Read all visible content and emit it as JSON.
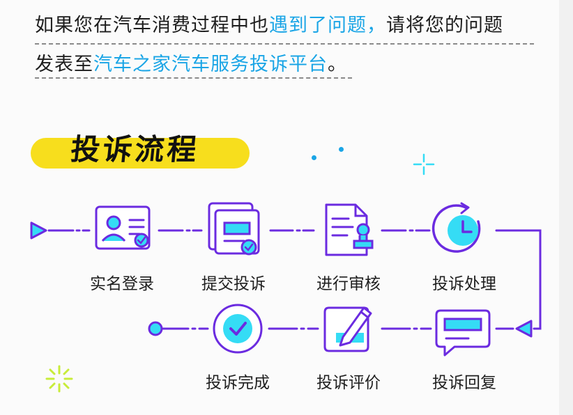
{
  "intro": {
    "line1_a": "如果您在汽车消费过程中也",
    "line1_b": "遇到了问题，",
    "line1_c": "请将您的问题",
    "line2_a": "发表至",
    "line2_b": "汽车之家汽车服务投诉平台",
    "line2_c": "。"
  },
  "section": {
    "title": "投诉流程"
  },
  "steps": [
    {
      "label": "实名登录",
      "icon": "id-card-icon"
    },
    {
      "label": "提交投诉",
      "icon": "document-check-icon"
    },
    {
      "label": "进行审核",
      "icon": "review-stamp-icon"
    },
    {
      "label": "投诉处理",
      "icon": "clock-icon"
    },
    {
      "label": "投诉回复",
      "icon": "chat-bubble-icon"
    },
    {
      "label": "投诉评价",
      "icon": "edit-pen-icon"
    },
    {
      "label": "投诉完成",
      "icon": "check-circle-icon"
    }
  ],
  "colors": {
    "purple": "#6b2be0",
    "cyan": "#35dcf5",
    "yellow": "#f7de1d",
    "blue_text": "#1aa5e6",
    "spark": "#c8ec3a"
  }
}
